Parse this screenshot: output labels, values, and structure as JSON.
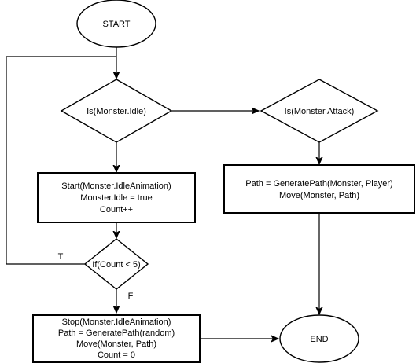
{
  "nodes": {
    "start": {
      "label": "START"
    },
    "idle_check": {
      "label": "Is(Monster.Idle)"
    },
    "attack_check": {
      "label": "Is(Monster.Attack)"
    },
    "start_idle": {
      "lines": [
        "Start(Monster.IdleAnimation)",
        "Monster.Idle =  true",
        "Count++"
      ]
    },
    "attack_path": {
      "lines": [
        "Path = GeneratePath(Monster, Player)",
        "Move(Monster, Path)"
      ]
    },
    "count_check": {
      "label": "If(Count < 5)"
    },
    "stop_idle": {
      "lines": [
        "Stop(Monster.IdleAnimation)",
        "Path = GeneratePath(random)",
        "Move(Monster, Path)",
        "Count = 0"
      ]
    },
    "end": {
      "label": "END"
    }
  },
  "edge_labels": {
    "true_branch": "T",
    "false_branch": "F"
  }
}
